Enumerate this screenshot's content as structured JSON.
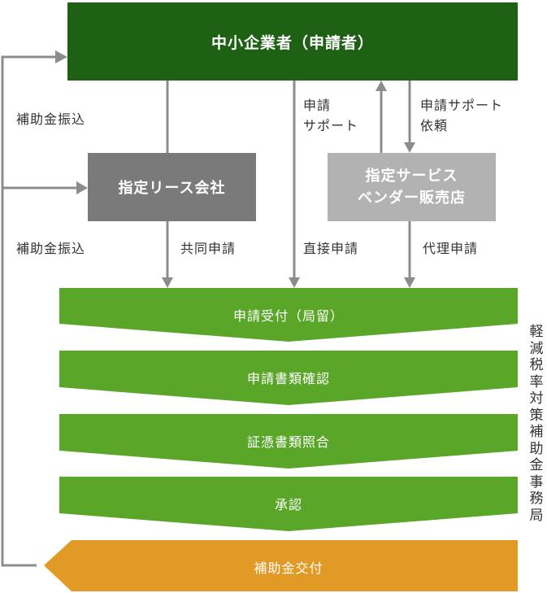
{
  "applicant": {
    "label": "中小企業者（申請者）"
  },
  "lease": {
    "label": "指定リース会社"
  },
  "vendor": {
    "line1": "指定サービス",
    "line2": "ベンダー販売店"
  },
  "labels": {
    "subsidy_transfer_top": "補助金振込",
    "subsidy_transfer_bottom": "補助金振込",
    "application_support_1": "申請",
    "application_support_2": "サポート",
    "support_request_1": "申請サポート",
    "support_request_2": "依頼",
    "joint_application": "共同申請",
    "direct_application": "直接申請",
    "proxy_application": "代理申請"
  },
  "steps": [
    {
      "label": "申請受付（局留）"
    },
    {
      "label": "申請書類確認"
    },
    {
      "label": "証憑書類照合"
    },
    {
      "label": "承認"
    }
  ],
  "final_step": {
    "label": "補助金交付"
  },
  "office_label": "軽減税率対策補助金事務局",
  "colors": {
    "applicant": "#1e6115",
    "lease": "#7a7a7a",
    "vendor": "#b2b2b2",
    "steps": "#5aa629",
    "final_step": "#e19a25",
    "arrows": "#8c8c8c"
  }
}
